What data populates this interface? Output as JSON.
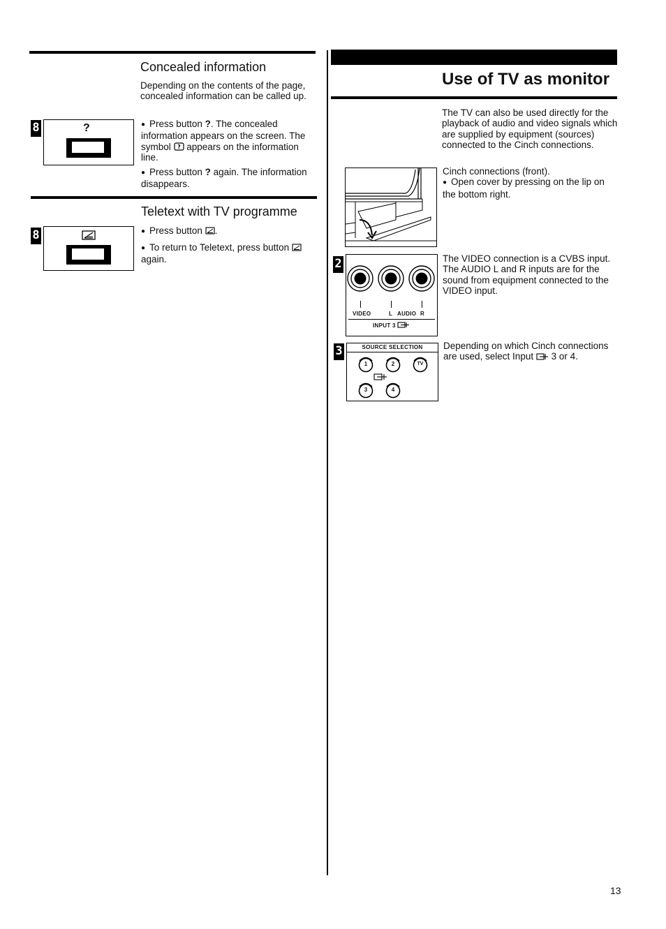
{
  "left": {
    "concealed": {
      "heading": "Concealed information",
      "intro": "Depending on the contents of the page, concealed information can be called up.",
      "bullet1_a": "Press button ",
      "bullet1_sym": "?",
      "bullet1_b": ". The concealed information appears on the screen. The symbol ",
      "bullet1_c": " appears on the information line.",
      "bullet2_a": "Press button ",
      "bullet2_sym": "?",
      "bullet2_b": " again. The information disappears.",
      "tag": "8",
      "key_symbol": "?"
    },
    "teletext": {
      "heading": "Teletext with TV programme",
      "bullet1_a": "Press button ",
      "bullet1_b": ".",
      "bullet2_a": "To return to Teletext, press button ",
      "bullet2_b": " again.",
      "tag": "8"
    }
  },
  "right": {
    "title": "Use of TV as monitor",
    "intro": "The TV can also be used directly for the playback of audio and video signals which are supplied by equipment (sources) connected to the Cinch connections.",
    "front_heading": "Cinch connections (front).",
    "front_bullet": "Open cover by pressing on the lip on the bottom right.",
    "panel2_tag": "2",
    "panel2_text": "The VIDEO connection is a CVBS input. The AUDIO L and R inputs are for the sound from equipment connected to the VIDEO input.",
    "panel2_labels": {
      "video": "VIDEO",
      "l": "L",
      "audio": "AUDIO",
      "r": "R",
      "input": "INPUT 3"
    },
    "panel3_tag": "3",
    "panel3_header": "SOURCE SELECTION",
    "panel3_buttons": [
      "1",
      "2",
      "TV",
      "3",
      "4"
    ],
    "panel3_text_a": "Depending on which Cinch connections are used, select Input ",
    "panel3_text_b": " 3 or 4."
  },
  "page_number": "13"
}
